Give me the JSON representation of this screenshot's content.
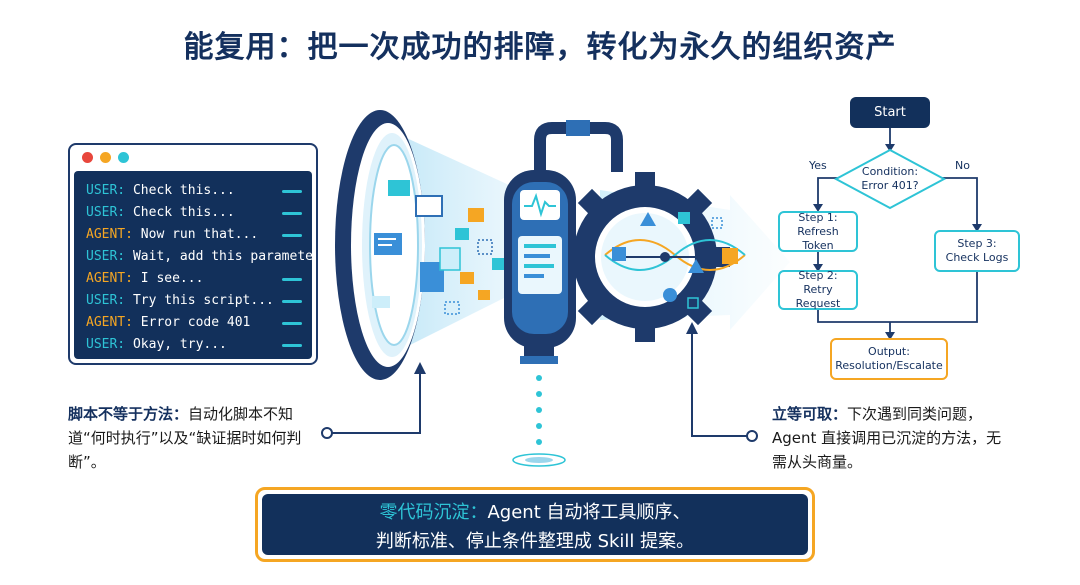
{
  "title": "能复用：把一次成功的排障，转化为永久的组织资产",
  "chat": {
    "lines": [
      {
        "speaker": "USER:",
        "text": "Check this..."
      },
      {
        "speaker": "USER:",
        "text": "Check this..."
      },
      {
        "speaker": "AGENT:",
        "text": "Now run that..."
      },
      {
        "speaker": "USER:",
        "text": "Wait, add this parameter"
      },
      {
        "speaker": "AGENT:",
        "text": "I see..."
      },
      {
        "speaker": "USER:",
        "text": "Try this script..."
      },
      {
        "speaker": "AGENT:",
        "text": "Error code 401"
      },
      {
        "speaker": "USER:",
        "text": "Okay, try..."
      }
    ]
  },
  "left_note": {
    "heading": "脚本不等于方法：",
    "body": "自动化脚本不知道“何时执行”以及“缺证据时如何判断”。"
  },
  "right_note": {
    "heading": "立等可取：",
    "body": "下次遇到同类问题，Agent 直接调用已沉淀的方法，无需从头商量。"
  },
  "flowchart": {
    "start": "Start",
    "condition_line1": "Condition:",
    "condition_line2": "Error 401?",
    "yes": "Yes",
    "no": "No",
    "step1_line1": "Step 1:",
    "step1_line2": "Refresh Token",
    "step2_line1": "Step 2:",
    "step2_line2": "Retry Request",
    "step3_line1": "Step 3:",
    "step3_line2": "Check Logs",
    "output_line1": "Output:",
    "output_line2": "Resolution/Escalate"
  },
  "banner": {
    "highlight": "零代码沉淀：",
    "line1_rest": "Agent 自动将工具顺序、",
    "line2": "判断标准、停止条件整理成 Skill 提案。"
  },
  "colors": {
    "navy": "#12305b",
    "cyan": "#2ec4d6",
    "orange": "#f5a623",
    "red_dot": "#e8463c",
    "yellow_dot": "#f5a623",
    "teal_dot": "#2ec4d6"
  },
  "icons": [
    "portal-ring-icon",
    "gear-machine-icon",
    "waveform-icon",
    "document-icon",
    "arrow-right-icon"
  ]
}
